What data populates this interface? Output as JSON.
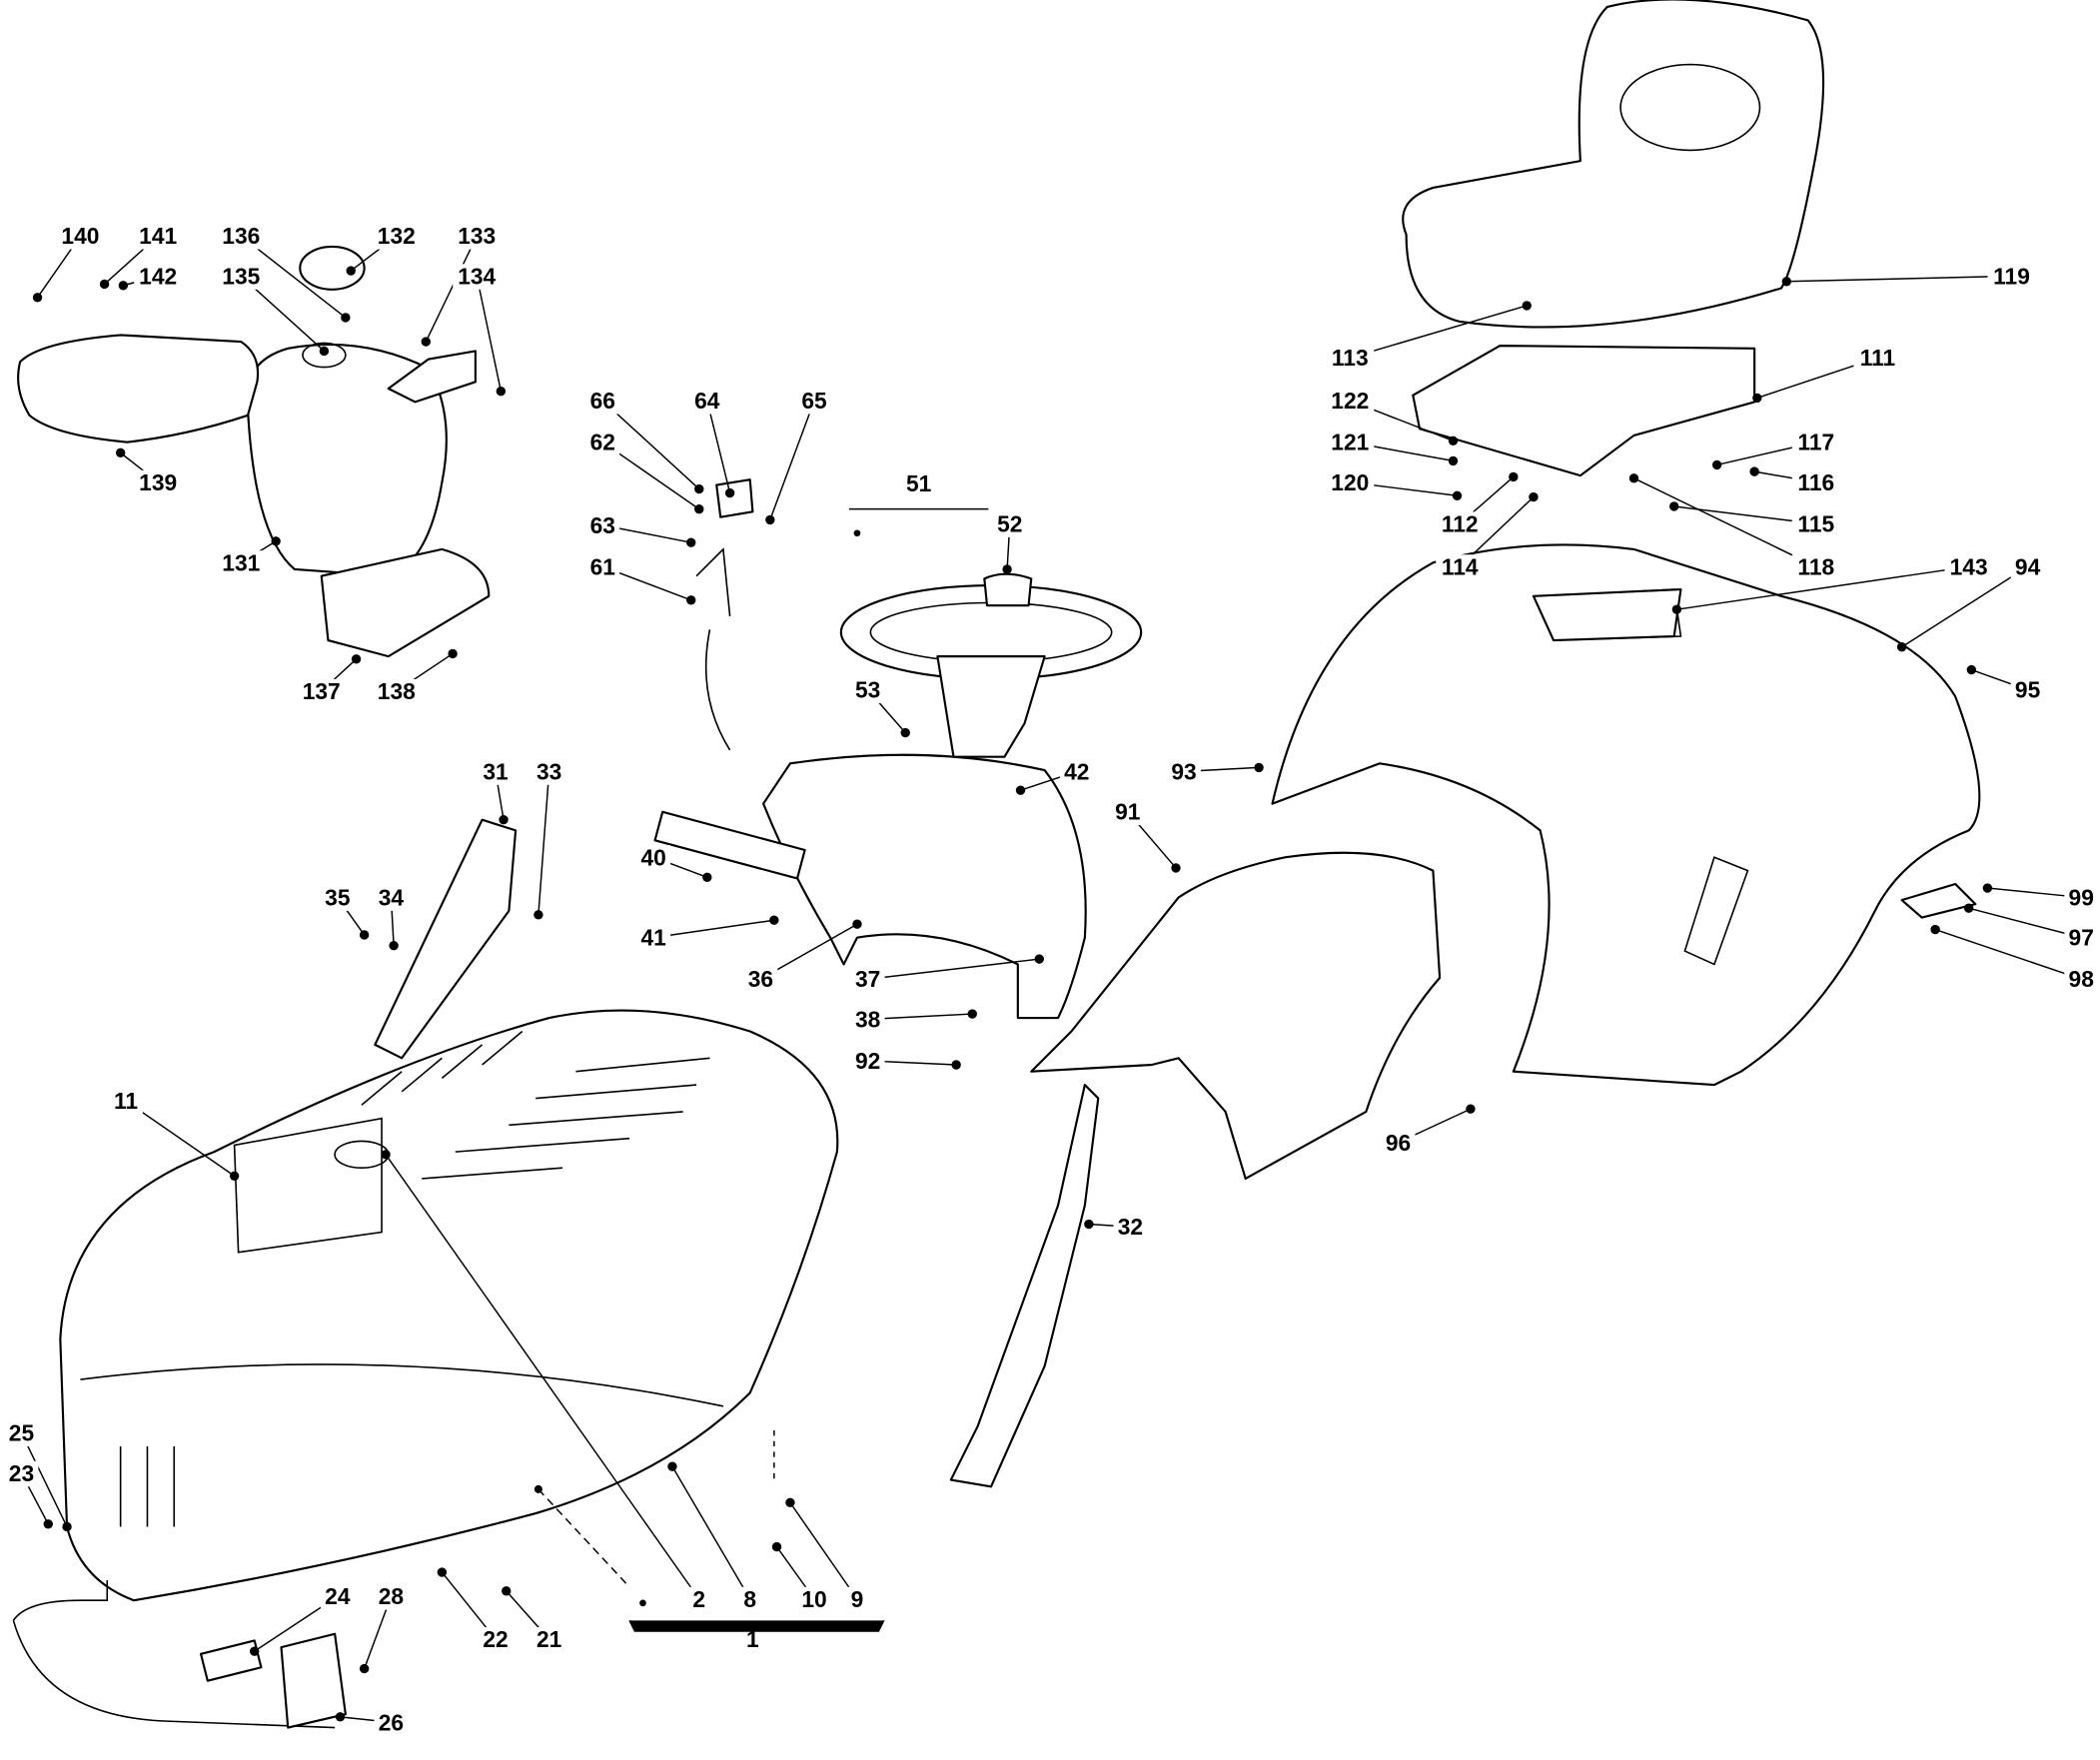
{
  "diagram": {
    "labels": [
      "140",
      "141",
      "142",
      "136",
      "132",
      "133",
      "134",
      "135",
      "139",
      "131",
      "137",
      "138",
      "66",
      "64",
      "65",
      "62",
      "63",
      "61",
      "51",
      "52",
      "53",
      "42",
      "40",
      "41",
      "36",
      "37",
      "38",
      "92",
      "31",
      "33",
      "35",
      "34",
      "11",
      "32",
      "91",
      "93",
      "2",
      "8",
      "9",
      "10",
      "1",
      "22",
      "21",
      "24",
      "28",
      "26",
      "25",
      "23",
      "119",
      "113",
      "111",
      "122",
      "121",
      "120",
      "117",
      "116",
      "115",
      "112",
      "114",
      "118",
      "143",
      "94",
      "95",
      "99",
      "97",
      "98",
      "96"
    ],
    "colors": {
      "line": "#000000",
      "background": "#ffffff"
    }
  }
}
